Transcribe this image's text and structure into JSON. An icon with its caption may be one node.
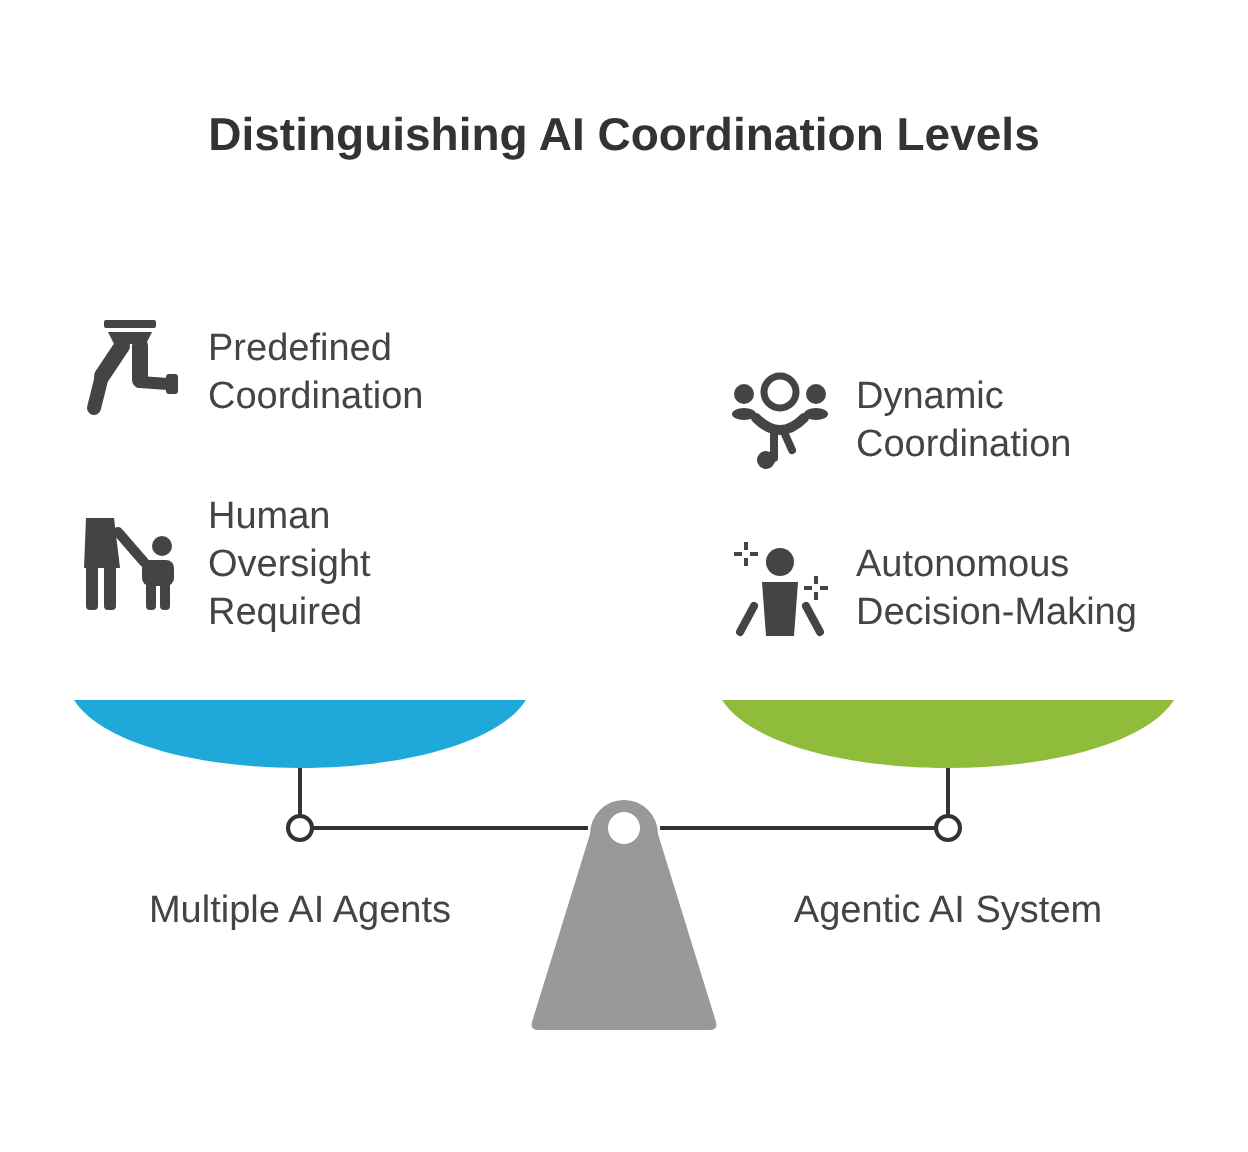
{
  "diagram": {
    "title": "Distinguishing AI Coordination Levels",
    "labels": [
      "Predefined Coordination",
      "Dynamic Coordination",
      "Human Oversight Required",
      "Autonomous Decision-Making",
      "Multiple AI Agents",
      "Agentic AI System"
    ]
  }
}
